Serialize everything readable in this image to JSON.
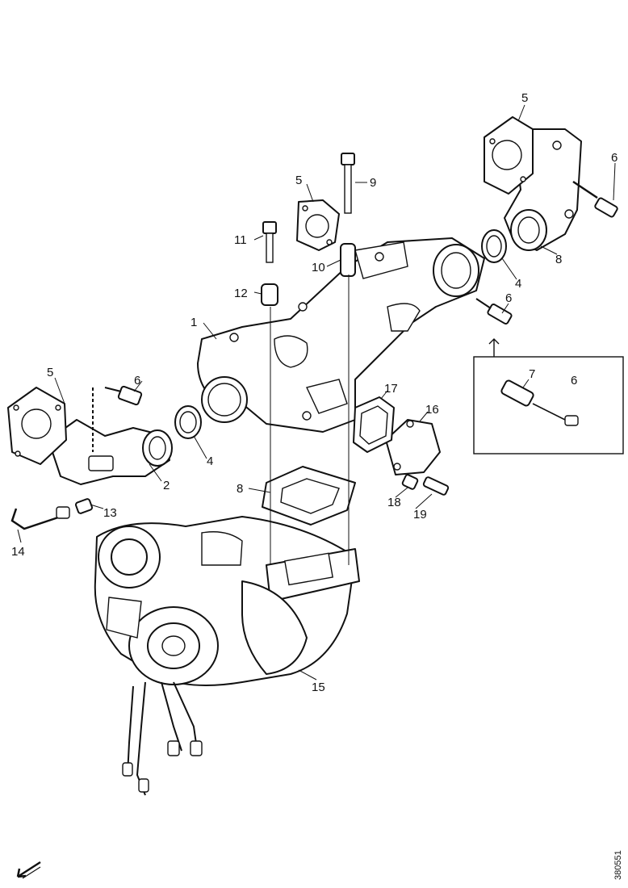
{
  "callouts": [
    {
      "id": "c1",
      "text": "1"
    },
    {
      "id": "c2",
      "text": "2"
    },
    {
      "id": "c4a",
      "text": "4"
    },
    {
      "id": "c4b",
      "text": "4"
    },
    {
      "id": "c5a",
      "text": "5"
    },
    {
      "id": "c5b",
      "text": "5"
    },
    {
      "id": "c5c",
      "text": "5"
    },
    {
      "id": "c6a",
      "text": "6"
    },
    {
      "id": "c6b",
      "text": "6"
    },
    {
      "id": "c6c",
      "text": "6"
    },
    {
      "id": "c6d",
      "text": "6"
    },
    {
      "id": "c7",
      "text": "7"
    },
    {
      "id": "c8",
      "text": "8"
    },
    {
      "id": "c8b",
      "text": "8"
    },
    {
      "id": "c9",
      "text": "9"
    },
    {
      "id": "c10",
      "text": "10"
    },
    {
      "id": "c11",
      "text": "11"
    },
    {
      "id": "c12",
      "text": "12"
    },
    {
      "id": "c13",
      "text": "13"
    },
    {
      "id": "c14",
      "text": "14"
    },
    {
      "id": "c15",
      "text": "15"
    },
    {
      "id": "c16",
      "text": "16"
    },
    {
      "id": "c17",
      "text": "17"
    },
    {
      "id": "c18",
      "text": "18"
    },
    {
      "id": "c19",
      "text": "19"
    }
  ],
  "figure_code": "380551",
  "icons": {
    "direction": "arrow-down-left-icon"
  }
}
